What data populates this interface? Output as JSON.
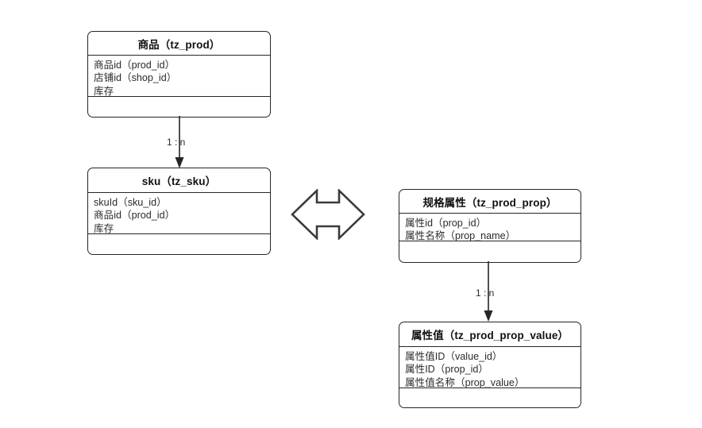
{
  "diagram": {
    "title": "product-sku-spec ER diagram",
    "background_color": "#ffffff",
    "line_color": "#262626",
    "text_color": "#2b2b2b"
  },
  "entities": {
    "prod": {
      "title": "商品（tz_prod）",
      "attributes": [
        "商品id（prod_id）",
        "店铺id（shop_id）",
        "库存"
      ],
      "operations": []
    },
    "sku": {
      "title": "sku（tz_sku）",
      "attributes": [
        "skuId（sku_id）",
        "商品id（prod_id）",
        "库存"
      ],
      "operations": []
    },
    "prop": {
      "title": "规格属性（tz_prod_prop）",
      "attributes": [
        "属性id（prop_id）",
        "属性名称（prop_name）"
      ],
      "operations": []
    },
    "prop_value": {
      "title": "属性值（tz_prod_prop_value）",
      "attributes": [
        "属性值ID（value_id）",
        "属性ID（prop_id）",
        "属性值名称（prop_value）"
      ],
      "operations": []
    }
  },
  "connectors": {
    "prod_to_sku": {
      "label": "1 : n",
      "from": "prod",
      "to": "sku",
      "arrow": "down"
    },
    "prop_to_prop_value": {
      "label": "1 : n",
      "from": "prop",
      "to": "prop_value",
      "arrow": "down"
    },
    "sku_to_prop": {
      "label": "",
      "from": "sku",
      "to": "prop",
      "arrow": "double-horizontal"
    }
  }
}
